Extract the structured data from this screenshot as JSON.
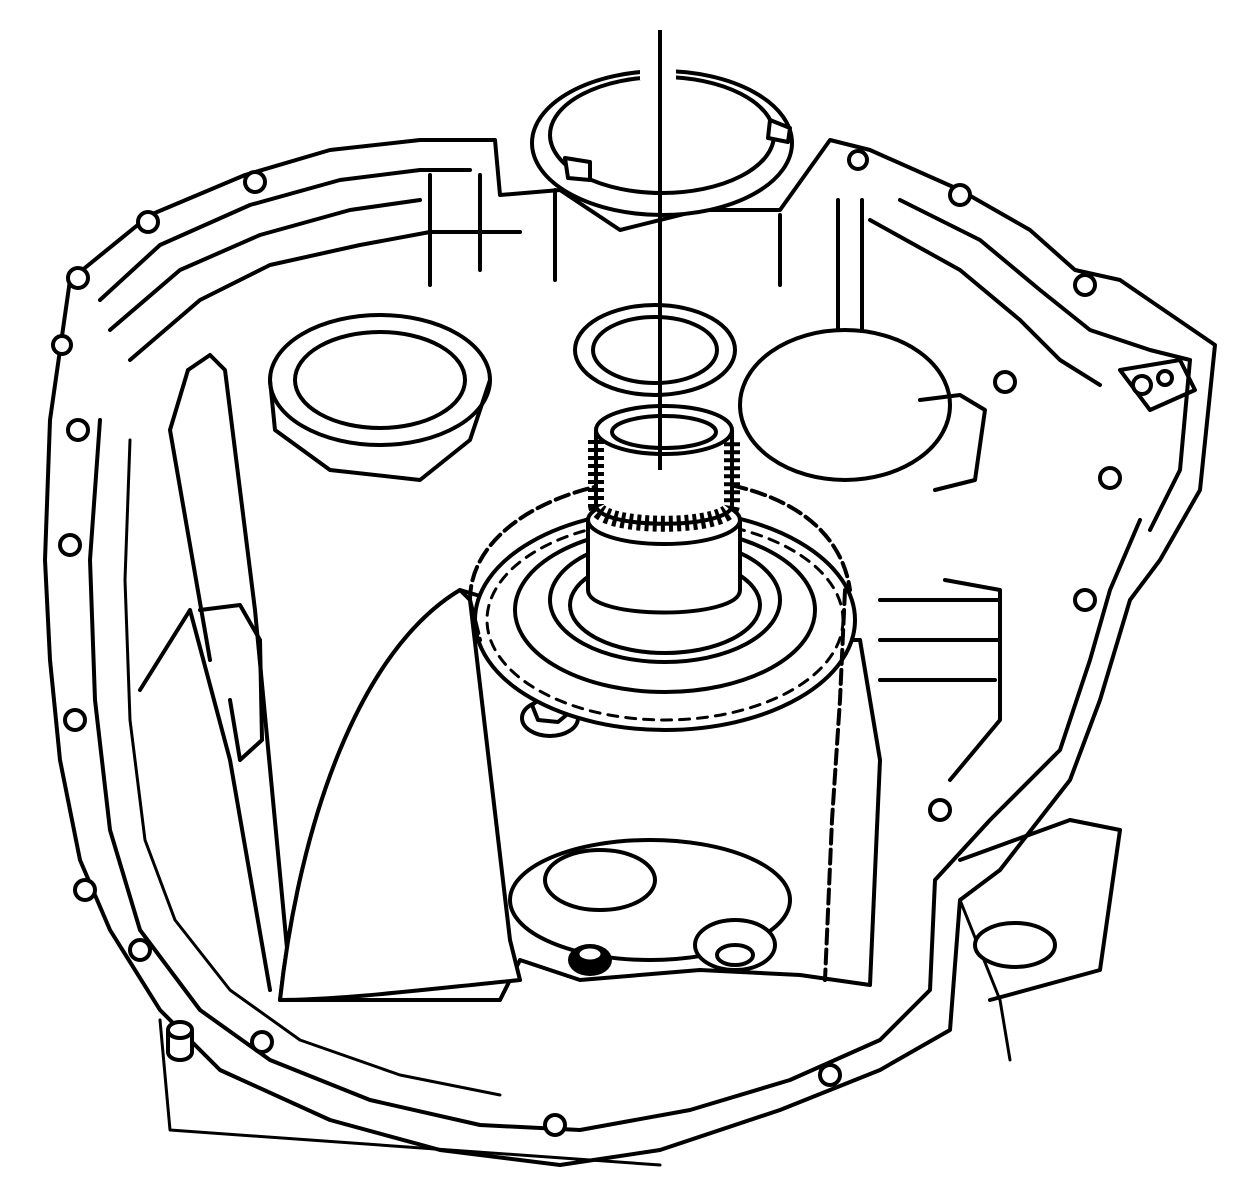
{
  "figure": {
    "description_visible_text": "",
    "line_color": "#000000",
    "background_color": "#ffffff"
  },
  "parts": [
    {
      "id": "snap-ring",
      "icon": "snap-ring-icon"
    },
    {
      "id": "installation-guide-line",
      "icon": "guide-line-icon"
    },
    {
      "id": "splined-bushing",
      "icon": "bushing-icon"
    },
    {
      "id": "drive-sprocket",
      "icon": "sprocket-icon"
    },
    {
      "id": "drive-chain",
      "icon": "chain-icon"
    },
    {
      "id": "transfer-case-housing",
      "icon": "housing-icon"
    },
    {
      "id": "mounting-bolt",
      "icon": "bolt-icon"
    },
    {
      "id": "driven-gear",
      "icon": "gear-icon"
    }
  ]
}
